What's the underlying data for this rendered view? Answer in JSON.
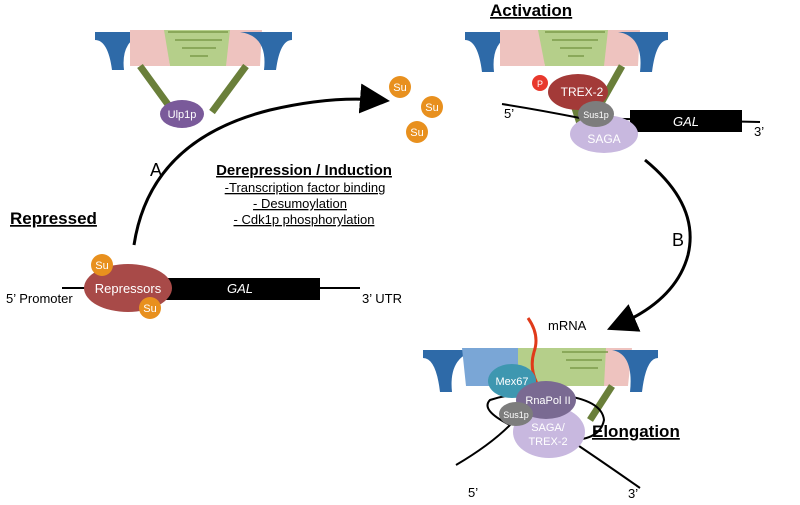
{
  "states": {
    "activation": "Activation",
    "repressed": "Repressed",
    "elongation": "Elongation"
  },
  "steps": {
    "a": "A",
    "b": "B"
  },
  "derepression": {
    "title": "Derepression / Induction",
    "items": [
      "-Transcription factor binding",
      "- Desumoylation",
      "- Cdk1p phosphorylation"
    ]
  },
  "proteins": {
    "ulp1p": "Ulp1p",
    "su": "Su",
    "repressors": "Repressors",
    "trex2": "TREX-2",
    "p": "P",
    "sus1p": "Sus1p",
    "saga": "SAGA",
    "mex67": "Mex67",
    "rnapol": "RnaPol II",
    "saga_trex2_line1": "SAGA/",
    "saga_trex2_line2": "TREX-2"
  },
  "gene_labels": {
    "gal": "GAL",
    "five_promoter": "5’ Promoter",
    "three_utr": "3’ UTR",
    "five_prime": "5’",
    "three_prime": "3’",
    "mrna": "mRNA"
  },
  "colors": {
    "pore_blue": "#2e6aa8",
    "pore_lightblue": "#7aa6d6",
    "pore_pink": "#eec3bf",
    "pore_green": "#b5cf8a",
    "basket_olive": "#6a7f3a",
    "ulp1p_purple": "#7a5a9a",
    "su_orange": "#e8901e",
    "repressor_red": "#a84a48",
    "trex2_red": "#a33a38",
    "phospho_red": "#e8382c",
    "sus1p_gray": "#7d7d7d",
    "saga_lilac": "#c8b8df",
    "mex67_teal": "#3e97b0",
    "rnapol_purple": "#7a6a92",
    "mrna_red": "#e03a1a"
  }
}
